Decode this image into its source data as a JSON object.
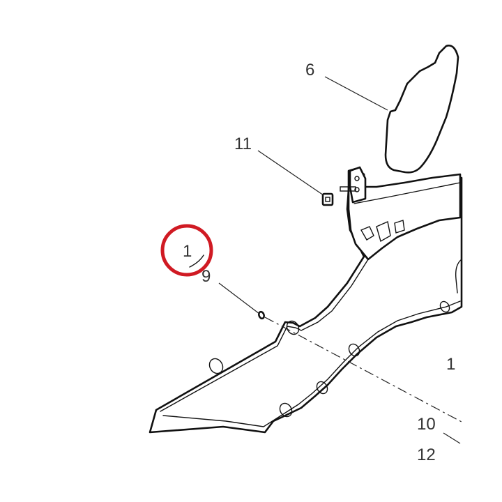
{
  "diagram": {
    "callouts": {
      "c1": "1",
      "c6": "6",
      "c9": "9",
      "c10": "10",
      "c11": "11",
      "c12": "12",
      "c14": "1"
    },
    "highlight_color": "#d01a23",
    "line_color": "#111111",
    "background": "#ffffff"
  }
}
